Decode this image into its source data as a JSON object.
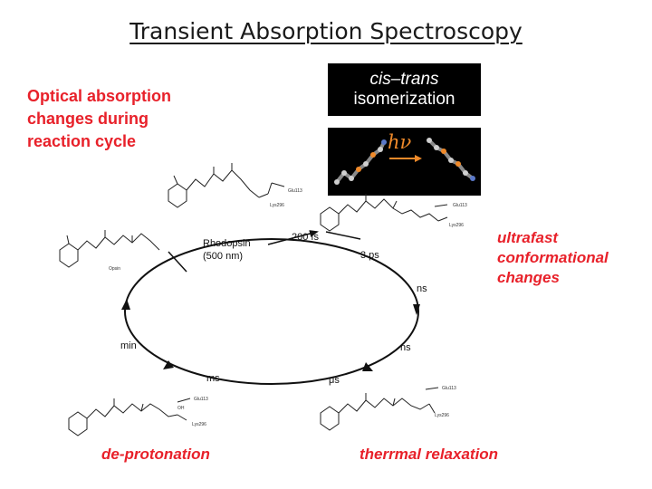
{
  "title": "Transient Absorption Spectroscopy",
  "labels": {
    "optical": [
      "Optical absorption",
      "changes during",
      "reaction cycle"
    ],
    "ultrafast": [
      "ultrafast",
      "conformational",
      "changes"
    ],
    "deprotonation": "de-protonation",
    "thermal": "therrmal relaxation"
  },
  "panels": {
    "cis_trans": [
      "cis–trans",
      "isomerization"
    ],
    "hv": "hν"
  },
  "cycle": {
    "rhodopsin": [
      "Rhodopsin",
      "(500 nm)"
    ],
    "steps": [
      "200 fs",
      "3 ps",
      "ns",
      "ns",
      "μs",
      "ms",
      "min"
    ]
  },
  "molecule_labels": {
    "glu": "Glu113",
    "lys": "Lys296",
    "opsin": "Opsin",
    "oh": "OH"
  },
  "colors": {
    "accent": "#e8212a",
    "hv": "#f08a2a"
  }
}
